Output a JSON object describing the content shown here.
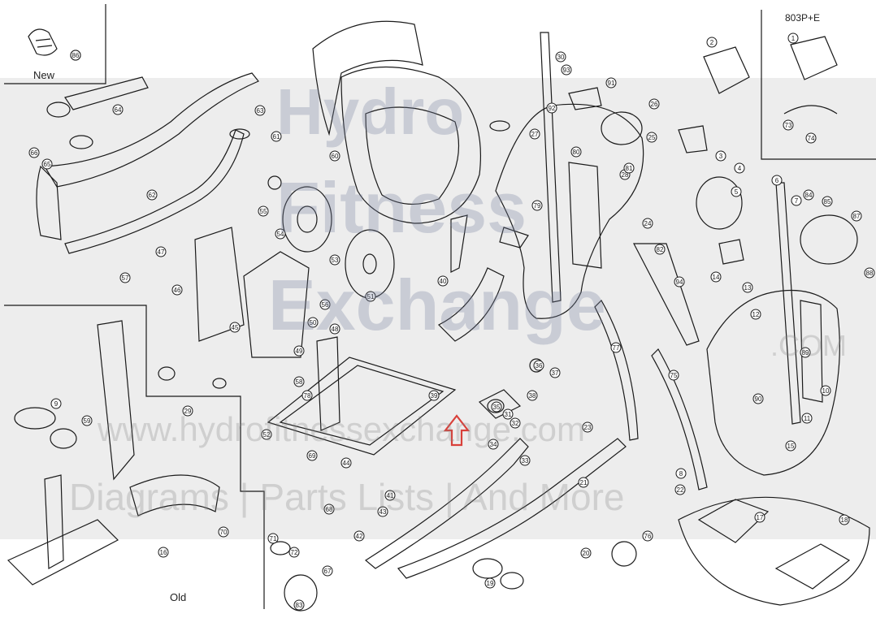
{
  "labels": {
    "new": "New",
    "old": "Old",
    "model": "803P+E"
  },
  "watermark": {
    "line1": "Hydro",
    "line2": "Fitness",
    "line3": "Exchange",
    "suffix": ".COM",
    "url": "www.hydrofitnessexchange.com",
    "tagline": "Diagrams | Parts Lists | And More"
  },
  "callouts": [
    "86",
    "64",
    "66",
    "65",
    "63",
    "61",
    "60",
    "62",
    "55",
    "54",
    "53",
    "52",
    "51",
    "57",
    "47",
    "46",
    "45",
    "49",
    "48",
    "50",
    "56",
    "58",
    "59",
    "9",
    "29",
    "26",
    "28",
    "5",
    "4",
    "3",
    "2",
    "1",
    "6",
    "7",
    "8",
    "10",
    "11",
    "12",
    "13",
    "14",
    "15",
    "16",
    "17",
    "18",
    "19",
    "20",
    "21",
    "22",
    "23",
    "24",
    "25",
    "27",
    "30",
    "31",
    "32",
    "33",
    "34",
    "35",
    "36",
    "37",
    "38",
    "39",
    "40",
    "41",
    "42",
    "43",
    "44",
    "67",
    "68",
    "69",
    "70",
    "71",
    "72",
    "73",
    "74",
    "75",
    "76",
    "77",
    "78",
    "79",
    "80",
    "81",
    "82",
    "83",
    "84",
    "85",
    "87",
    "88",
    "89",
    "90",
    "91",
    "92",
    "93",
    "94"
  ],
  "colors": {
    "line": "#1a1a1a",
    "arrow": "#d9403a",
    "watermark": "#7a87a8"
  }
}
